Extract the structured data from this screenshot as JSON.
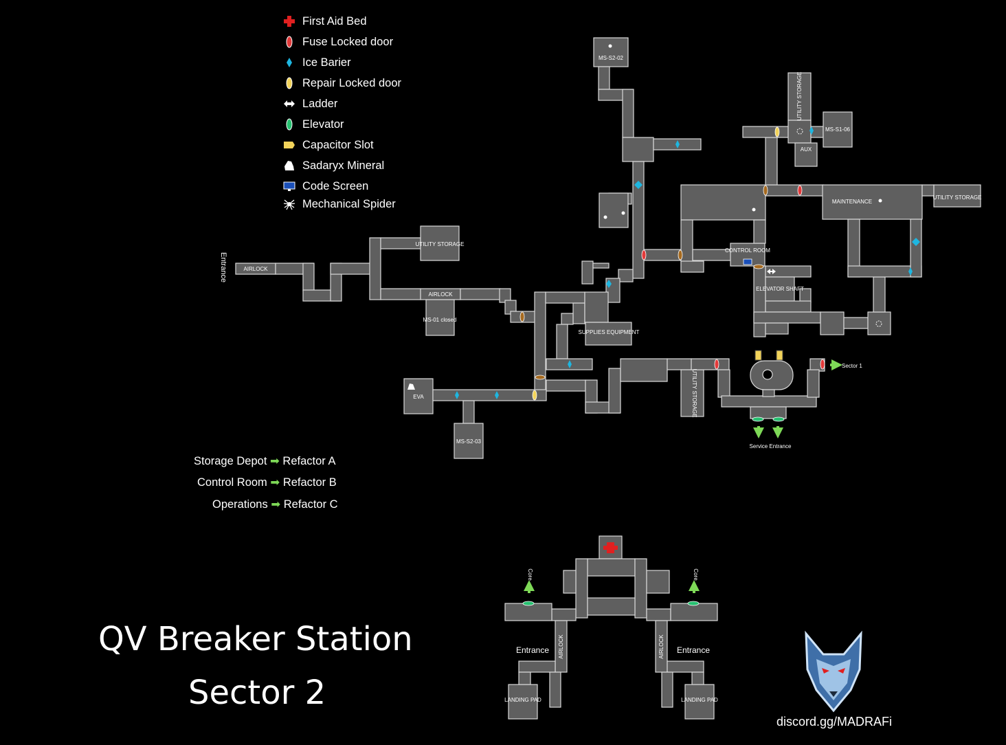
{
  "legend": [
    {
      "icon": "first-aid-bed-icon",
      "label": "First Aid Bed"
    },
    {
      "icon": "fuse-locked-door-icon",
      "label": "Fuse Locked door"
    },
    {
      "icon": "ice-barrier-icon",
      "label": "Ice Barier"
    },
    {
      "icon": "repair-locked-door-icon",
      "label": "Repair Locked door"
    },
    {
      "icon": "ladder-icon",
      "label": "Ladder"
    },
    {
      "icon": "elevator-icon",
      "label": "Elevator"
    },
    {
      "icon": "capacitor-slot-icon",
      "label": "Capacitor Slot"
    },
    {
      "icon": "sadaryx-mineral-icon",
      "label": "Sadaryx Mineral"
    },
    {
      "icon": "code-screen-icon",
      "label": "Code Screen"
    },
    {
      "icon": "mechanical-spider-icon",
      "label": "Mechanical Spider"
    }
  ],
  "colors": {
    "room_fill": "#5f5f5f",
    "room_border": "#d9d9d9",
    "fuse": "#e23a3a",
    "ice": "#1eb6e0",
    "repair": "#f2d35a",
    "elevator": "#27c070",
    "arrow": "#7ed957",
    "medkit": "#e02020",
    "code": "#1a4fb8",
    "background": "#000000"
  },
  "rooms": {
    "ms_s2_02": "MS-S2-02",
    "utility_storage_top": "UTILITY STORAGE",
    "ms_s1_06": "MS-S1-06",
    "aux": "AUX",
    "maintenance": "MAINTENANCE",
    "utility_storage_right": "UTILITY STORAGE",
    "control_room": "CONTROL ROOM",
    "elevator_shaft": "ELEVATOR SHAFT",
    "utility_storage_left": "UTILITY STORAGE",
    "airlock_entrance": "AIRLOCK",
    "airlock_mid": "AIRLOCK",
    "ms_01": "MS-01 closed",
    "supplies": "SUPPLIES EQUIPMENT",
    "eva": "EVA",
    "ms_s2_03": "MS-S2-03",
    "utility_storage_vertical": "UTILITY STORAGE",
    "airlock_left": "AIRLOCK",
    "airlock_right": "AIRLOCK",
    "landing_pad_left": "LANDING PAD",
    "landing_pad_right": "LANDING PAD"
  },
  "labels": {
    "entrance_vertical": "Entrance",
    "sector1": "Sector 1",
    "service_entrance": "Service Entrance",
    "core_left": "Core",
    "core_right": "Core",
    "entrance_left": "Entrance",
    "entrance_right": "Entrance"
  },
  "refactors": [
    {
      "from": "Storage Depot",
      "to": "Refactor A"
    },
    {
      "from": "Control Room",
      "to": "Refactor B"
    },
    {
      "from": "Operations",
      "to": "Refactor C"
    }
  ],
  "title": {
    "line1": "QV Breaker  Station",
    "line2": "Sector 2"
  },
  "discord": "discord.gg/MADRAFi"
}
